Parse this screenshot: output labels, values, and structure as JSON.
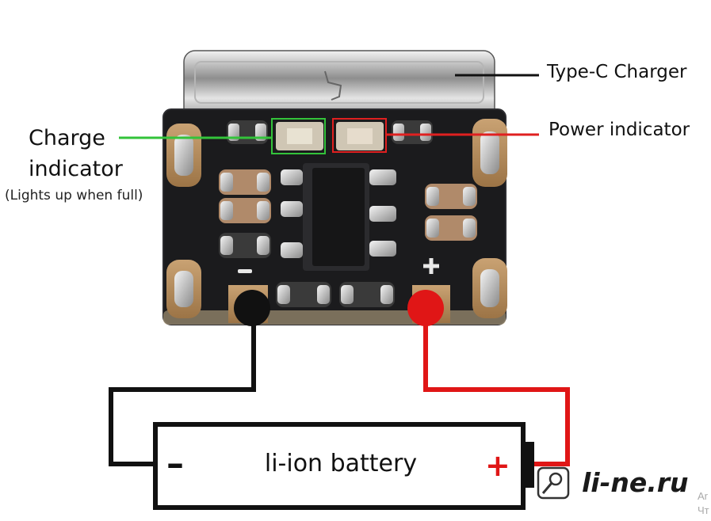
{
  "labels": {
    "type_c": "Type-C Charger",
    "power": "Power indicator",
    "charge_line1": "Charge",
    "charge_line2": "indicator",
    "charge_note": "(Lights up when full)"
  },
  "battery": {
    "label": "li-ion battery",
    "minus": "–",
    "plus": "+"
  },
  "board": {
    "pad_plus_mark": "+",
    "pad_minus_mark": "–"
  },
  "watermark": {
    "text": "li-ne.ru",
    "icon": "magnifier-tool-icon"
  },
  "corner_text": {
    "line1": "Ar",
    "line2": "Чт"
  },
  "colors": {
    "charge_green": "#33c33a",
    "power_red": "#e02020",
    "wire_black": "#111111",
    "wire_red": "#e01616",
    "pcb": "#1b1b1d",
    "pad_gold": "#b98d5a"
  }
}
